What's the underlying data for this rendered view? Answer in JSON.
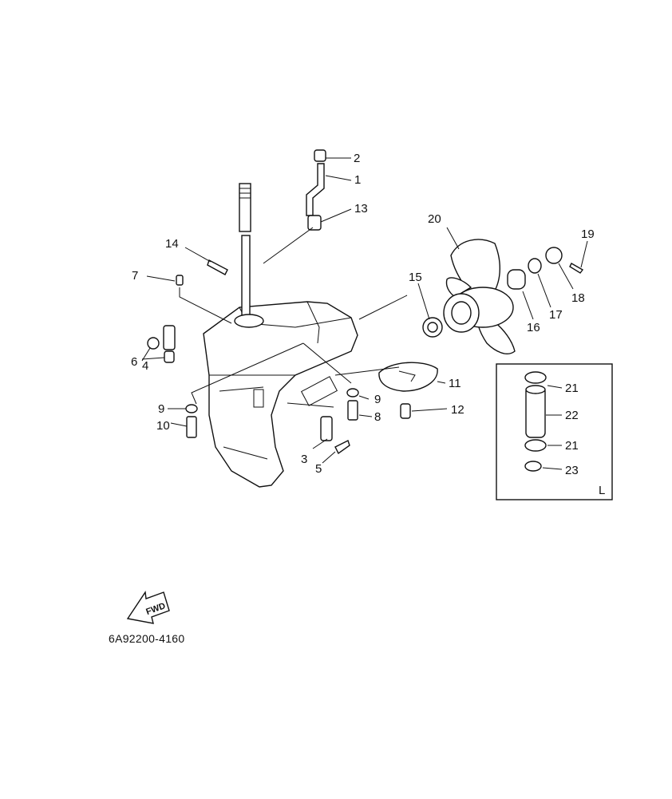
{
  "labels": {
    "p1": "1",
    "p2": "2",
    "p3": "3",
    "p4": "4",
    "p5": "5",
    "p6": "6",
    "p7": "7",
    "p8": "8",
    "p9a": "9",
    "p9b": "9",
    "p10": "10",
    "p11": "11",
    "p12": "12",
    "p13": "13",
    "p14": "14",
    "p15": "15",
    "p16": "16",
    "p17": "17",
    "p18": "18",
    "p19": "19",
    "p20": "20",
    "p21a": "21",
    "p22": "22",
    "p21b": "21",
    "p23": "23",
    "inset": "L"
  },
  "fwd": "FWD",
  "diagram_code": "6A92200-4160"
}
